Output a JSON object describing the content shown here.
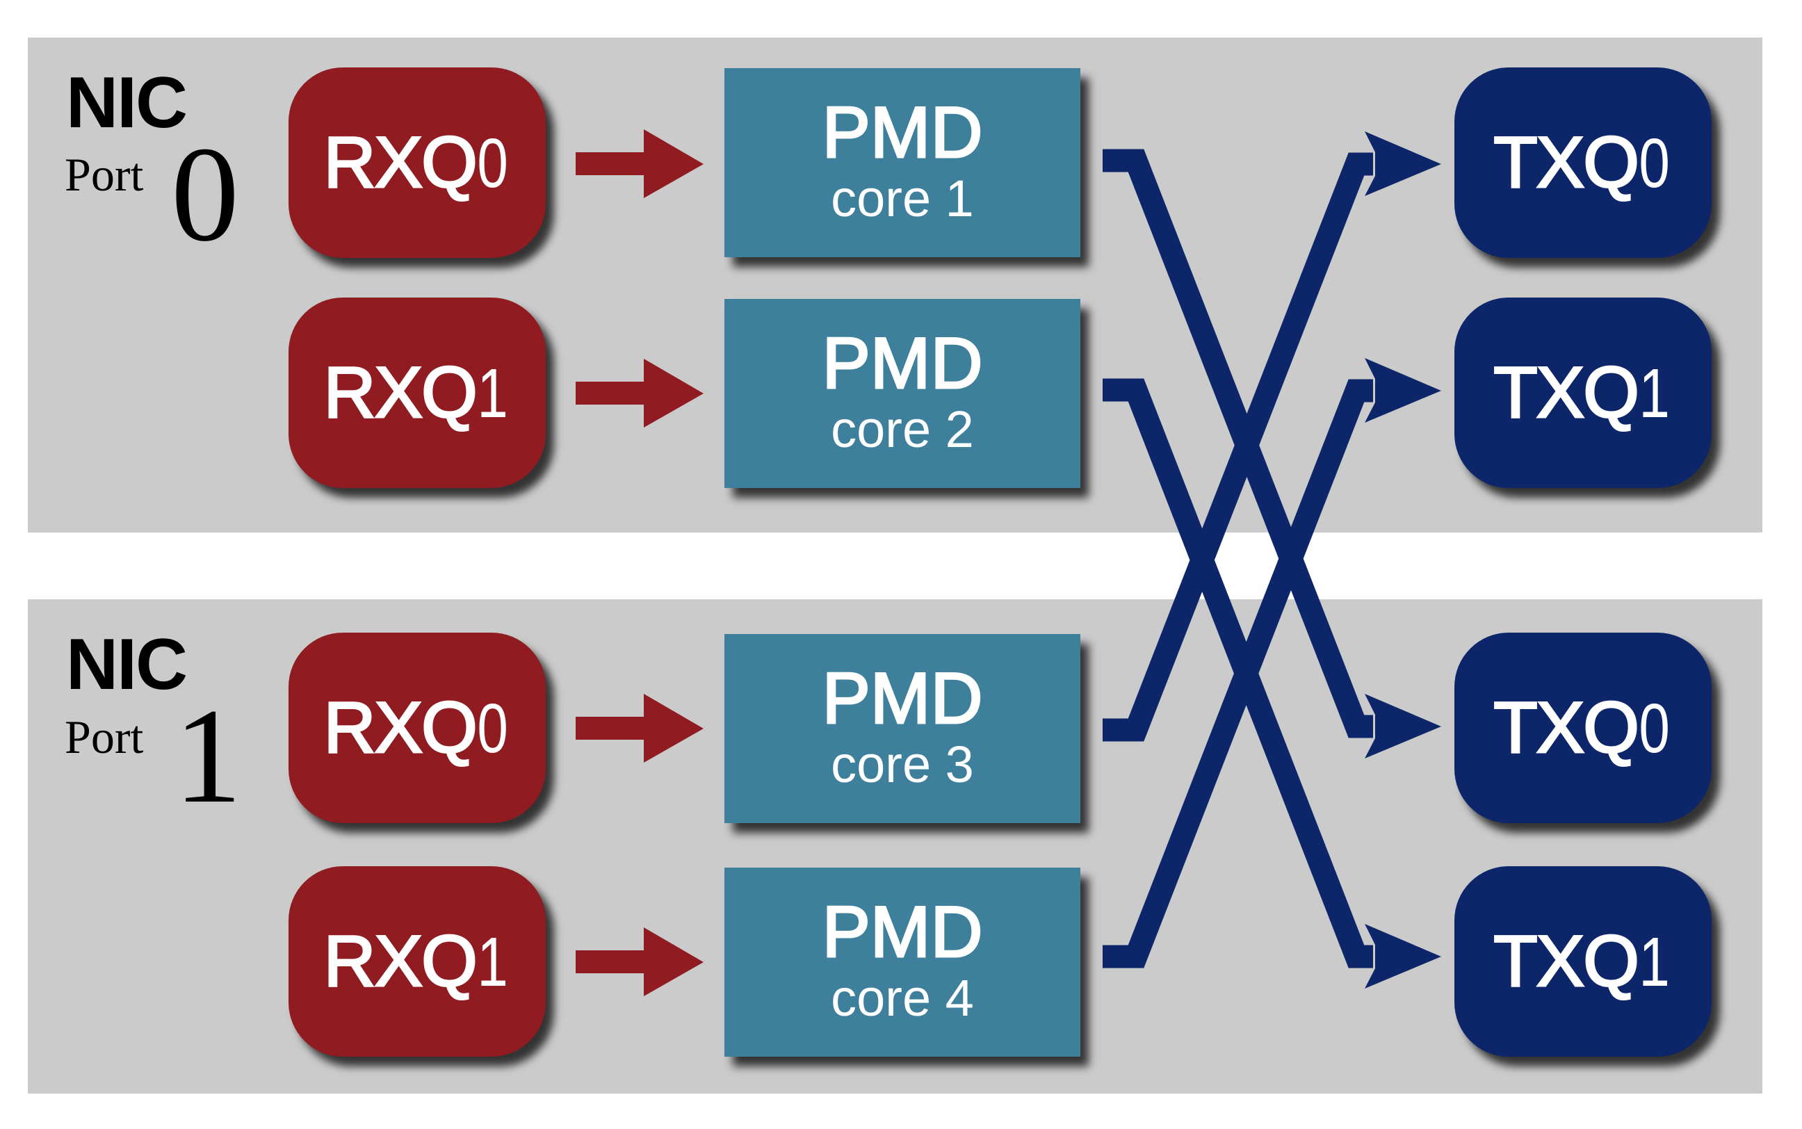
{
  "colors": {
    "band": "#cbcbcb",
    "rx": "#901c22",
    "pmd": "#3e809b",
    "tx": "#0c2669",
    "text_on_box": "#ffffff"
  },
  "ports": [
    {
      "nic_label": "NIC",
      "port_word": "Port",
      "port_number": "0",
      "rx_queues": [
        {
          "prefix": "RXQ",
          "index": "0"
        },
        {
          "prefix": "RXQ",
          "index": "1"
        }
      ],
      "pmds": [
        {
          "title": "PMD",
          "core": "core 1"
        },
        {
          "title": "PMD",
          "core": "core 2"
        }
      ],
      "tx_queues": [
        {
          "prefix": "TXQ",
          "index": "0"
        },
        {
          "prefix": "TXQ",
          "index": "1"
        }
      ]
    },
    {
      "nic_label": "NIC",
      "port_word": "Port",
      "port_number": "1",
      "rx_queues": [
        {
          "prefix": "RXQ",
          "index": "0"
        },
        {
          "prefix": "RXQ",
          "index": "1"
        }
      ],
      "pmds": [
        {
          "title": "PMD",
          "core": "core 3"
        },
        {
          "title": "PMD",
          "core": "core 4"
        }
      ],
      "tx_queues": [
        {
          "prefix": "TXQ",
          "index": "0"
        },
        {
          "prefix": "TXQ",
          "index": "1"
        }
      ]
    }
  ],
  "rx_to_pmd": [
    {
      "from": "port0.RXQ0",
      "to": "core 1"
    },
    {
      "from": "port0.RXQ1",
      "to": "core 2"
    },
    {
      "from": "port1.RXQ0",
      "to": "core 3"
    },
    {
      "from": "port1.RXQ1",
      "to": "core 4"
    }
  ],
  "pmd_to_tx": [
    {
      "from": "core 1",
      "to": "port1.TXQ0"
    },
    {
      "from": "core 2",
      "to": "port1.TXQ1"
    },
    {
      "from": "core 3",
      "to": "port0.TXQ0"
    },
    {
      "from": "core 4",
      "to": "port0.TXQ1"
    }
  ]
}
